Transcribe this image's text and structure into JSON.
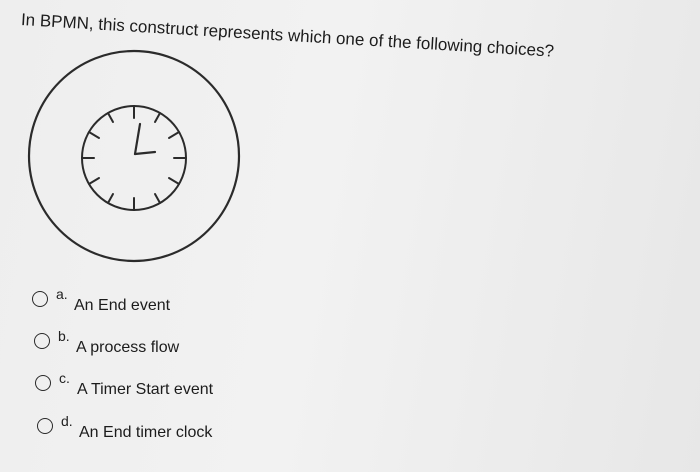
{
  "question": {
    "text": "In BPMN, this construct represents which one of the following choices?"
  },
  "figure": {
    "icon": "timer-start-event-icon",
    "stroke_color": "#2b2b2b"
  },
  "options": [
    {
      "letter": "a.",
      "text": "An End event"
    },
    {
      "letter": "b.",
      "text": "A process flow"
    },
    {
      "letter": "c.",
      "text": "A Timer Start event"
    },
    {
      "letter": "d.",
      "text": "An End timer clock"
    }
  ]
}
